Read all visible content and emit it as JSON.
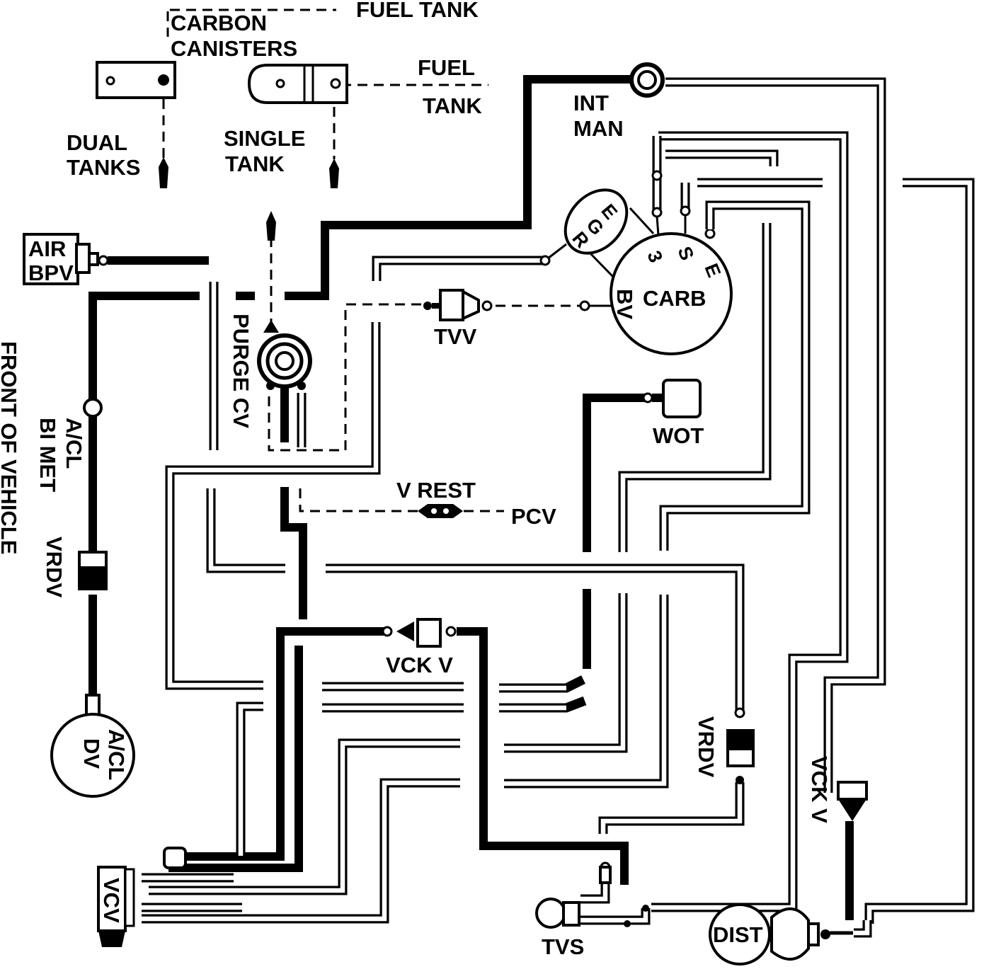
{
  "diagram": {
    "labels": {
      "fuel_tank_top": "FUEL TANK",
      "carbon_canisters_1": "CARBON",
      "carbon_canisters_2": "CANISTERS",
      "fuel_1": "FUEL",
      "tank_right": "TANK",
      "dual_tanks_1": "DUAL",
      "dual_tanks_2": "TANKS",
      "single_tank_1": "SINGLE",
      "single_tank_2": "TANK",
      "int_man_1": "INT",
      "int_man_2": "MAN",
      "air_bpv_1": "AIR",
      "air_bpv_2": "BPV",
      "egr_e": "E",
      "egr_g": "G",
      "egr_r": "R",
      "carb_3": "3",
      "carb_s": "S",
      "carb_e": "E",
      "carb": "CARB",
      "bv": "BV",
      "tvv": "TVV",
      "purge_cv": "PURGE CV",
      "front_of_vehicle": "FRONT OF VEHICLE",
      "acl_bi_met_1": "A/CL",
      "acl_bi_met_2": "BI MET",
      "vrdv_left": "VRDV",
      "wot": "WOT",
      "v_rest": "V REST",
      "pcv": "PCV",
      "vck_v_center": "VCK V",
      "acl_dv_1": "A/CL",
      "acl_dv_2": "DV",
      "vrdv_right": "VRDV",
      "vck_v_right": "VCK V",
      "vcv": "VCV",
      "tvs": "TVS",
      "dist": "DIST"
    }
  }
}
